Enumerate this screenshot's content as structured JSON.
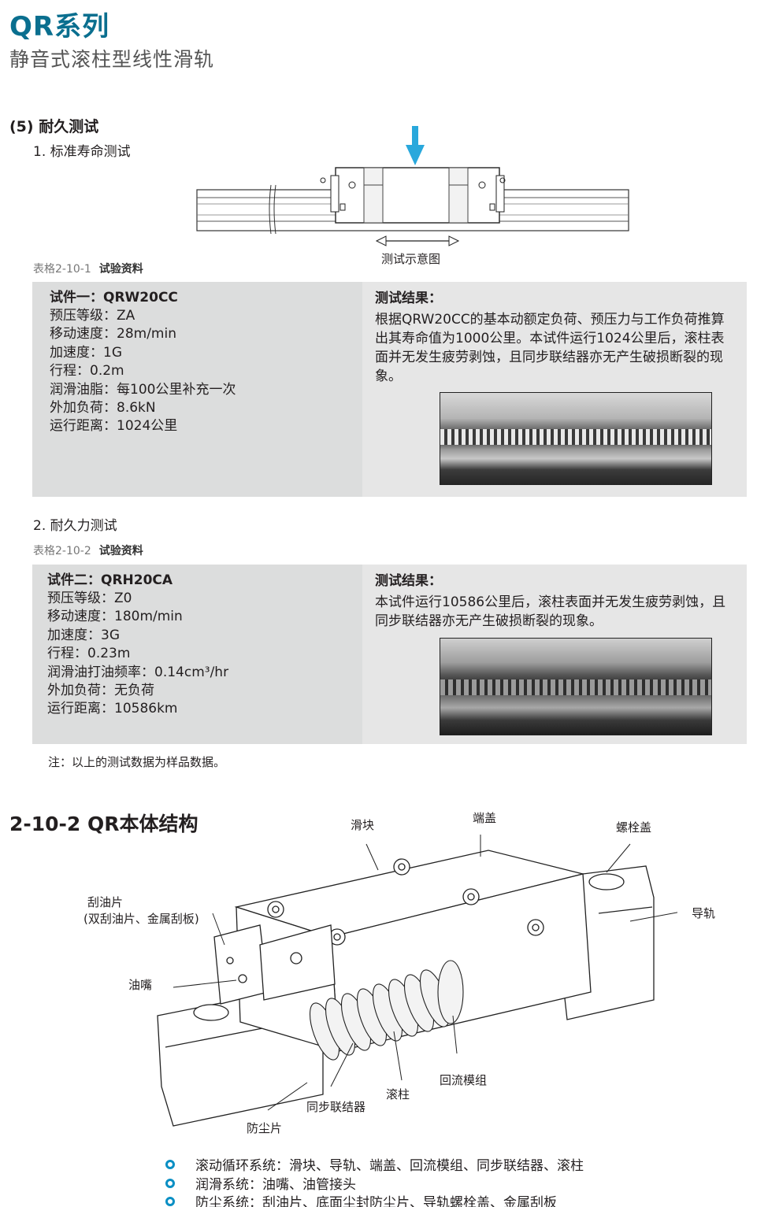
{
  "header": {
    "series": "QR系列",
    "subtitle": "静音式滚柱型线性滑轨"
  },
  "section": {
    "title": "(5) 耐久测试",
    "test1_title": "1. 标准寿命测试",
    "diagram_caption": "测试示意图",
    "table1_caption": {
      "code": "表格2-10-1",
      "label": "试验资料"
    },
    "test1": {
      "spec_title": "试件一：QRW20CC",
      "specs": [
        "预压等级：ZA",
        "移动速度：28m/min",
        "加速度：1G",
        "行程：0.2m",
        "润滑油脂：每100公里补充一次",
        "外加负荷：8.6kN",
        "运行距离：1024公里"
      ],
      "result_title": "测试结果：",
      "result_text": "根据QRW20CC的基本动额定负荷、预压力与工作负荷推算出其寿命值为1000公里。本试件运行1024公里后，滚柱表面并无发生疲劳剥蚀，且同步联结器亦无产生破损断裂的现象。"
    },
    "test2_title": "2. 耐久力测试",
    "table2_caption": {
      "code": "表格2-10-2",
      "label": "试验资料"
    },
    "test2": {
      "spec_title": "试件二：QRH20CA",
      "specs": [
        "预压等级：Z0",
        "移动速度：180m/min",
        "加速度：3G",
        "行程：0.23m",
        "润滑油打油频率：0.14cm³/hr",
        "外加负荷：无负荷",
        "运行距离：10586km"
      ],
      "result_title": "测试结果：",
      "result_text": "本试件运行10586公里后，滚柱表面并无发生疲劳剥蚀，且同步联结器亦无产生破损断裂的现象。"
    },
    "note": "注：以上的测试数据为样品数据。"
  },
  "structure": {
    "title": "2-10-2 QR本体结构",
    "labels": {
      "block": "滑块",
      "end_cap": "端盖",
      "bolt_cap": "螺栓盖",
      "wiper_line1": "刮油片",
      "wiper_line2": "(双刮油片、金属刮板)",
      "rail": "导轨",
      "grease_nipple": "油嘴",
      "recirc": "回流模组",
      "roller": "滚柱",
      "spacer": "同步联结器",
      "seal": "防尘片"
    },
    "legend": [
      "滚动循环系统：滑块、导轨、端盖、回流模组、同步联结器、滚柱",
      "润滑系统：油嘴、油管接头",
      "防尘系统：刮油片、底面尘封防尘片、导轨螺栓盖、金属刮板"
    ]
  },
  "colors": {
    "accent": "#0a6f8f",
    "arrow": "#29a8dc",
    "bullet": "#0a8fc4",
    "panel_left": "#dcdddd",
    "panel_right": "#e6e6e6"
  }
}
